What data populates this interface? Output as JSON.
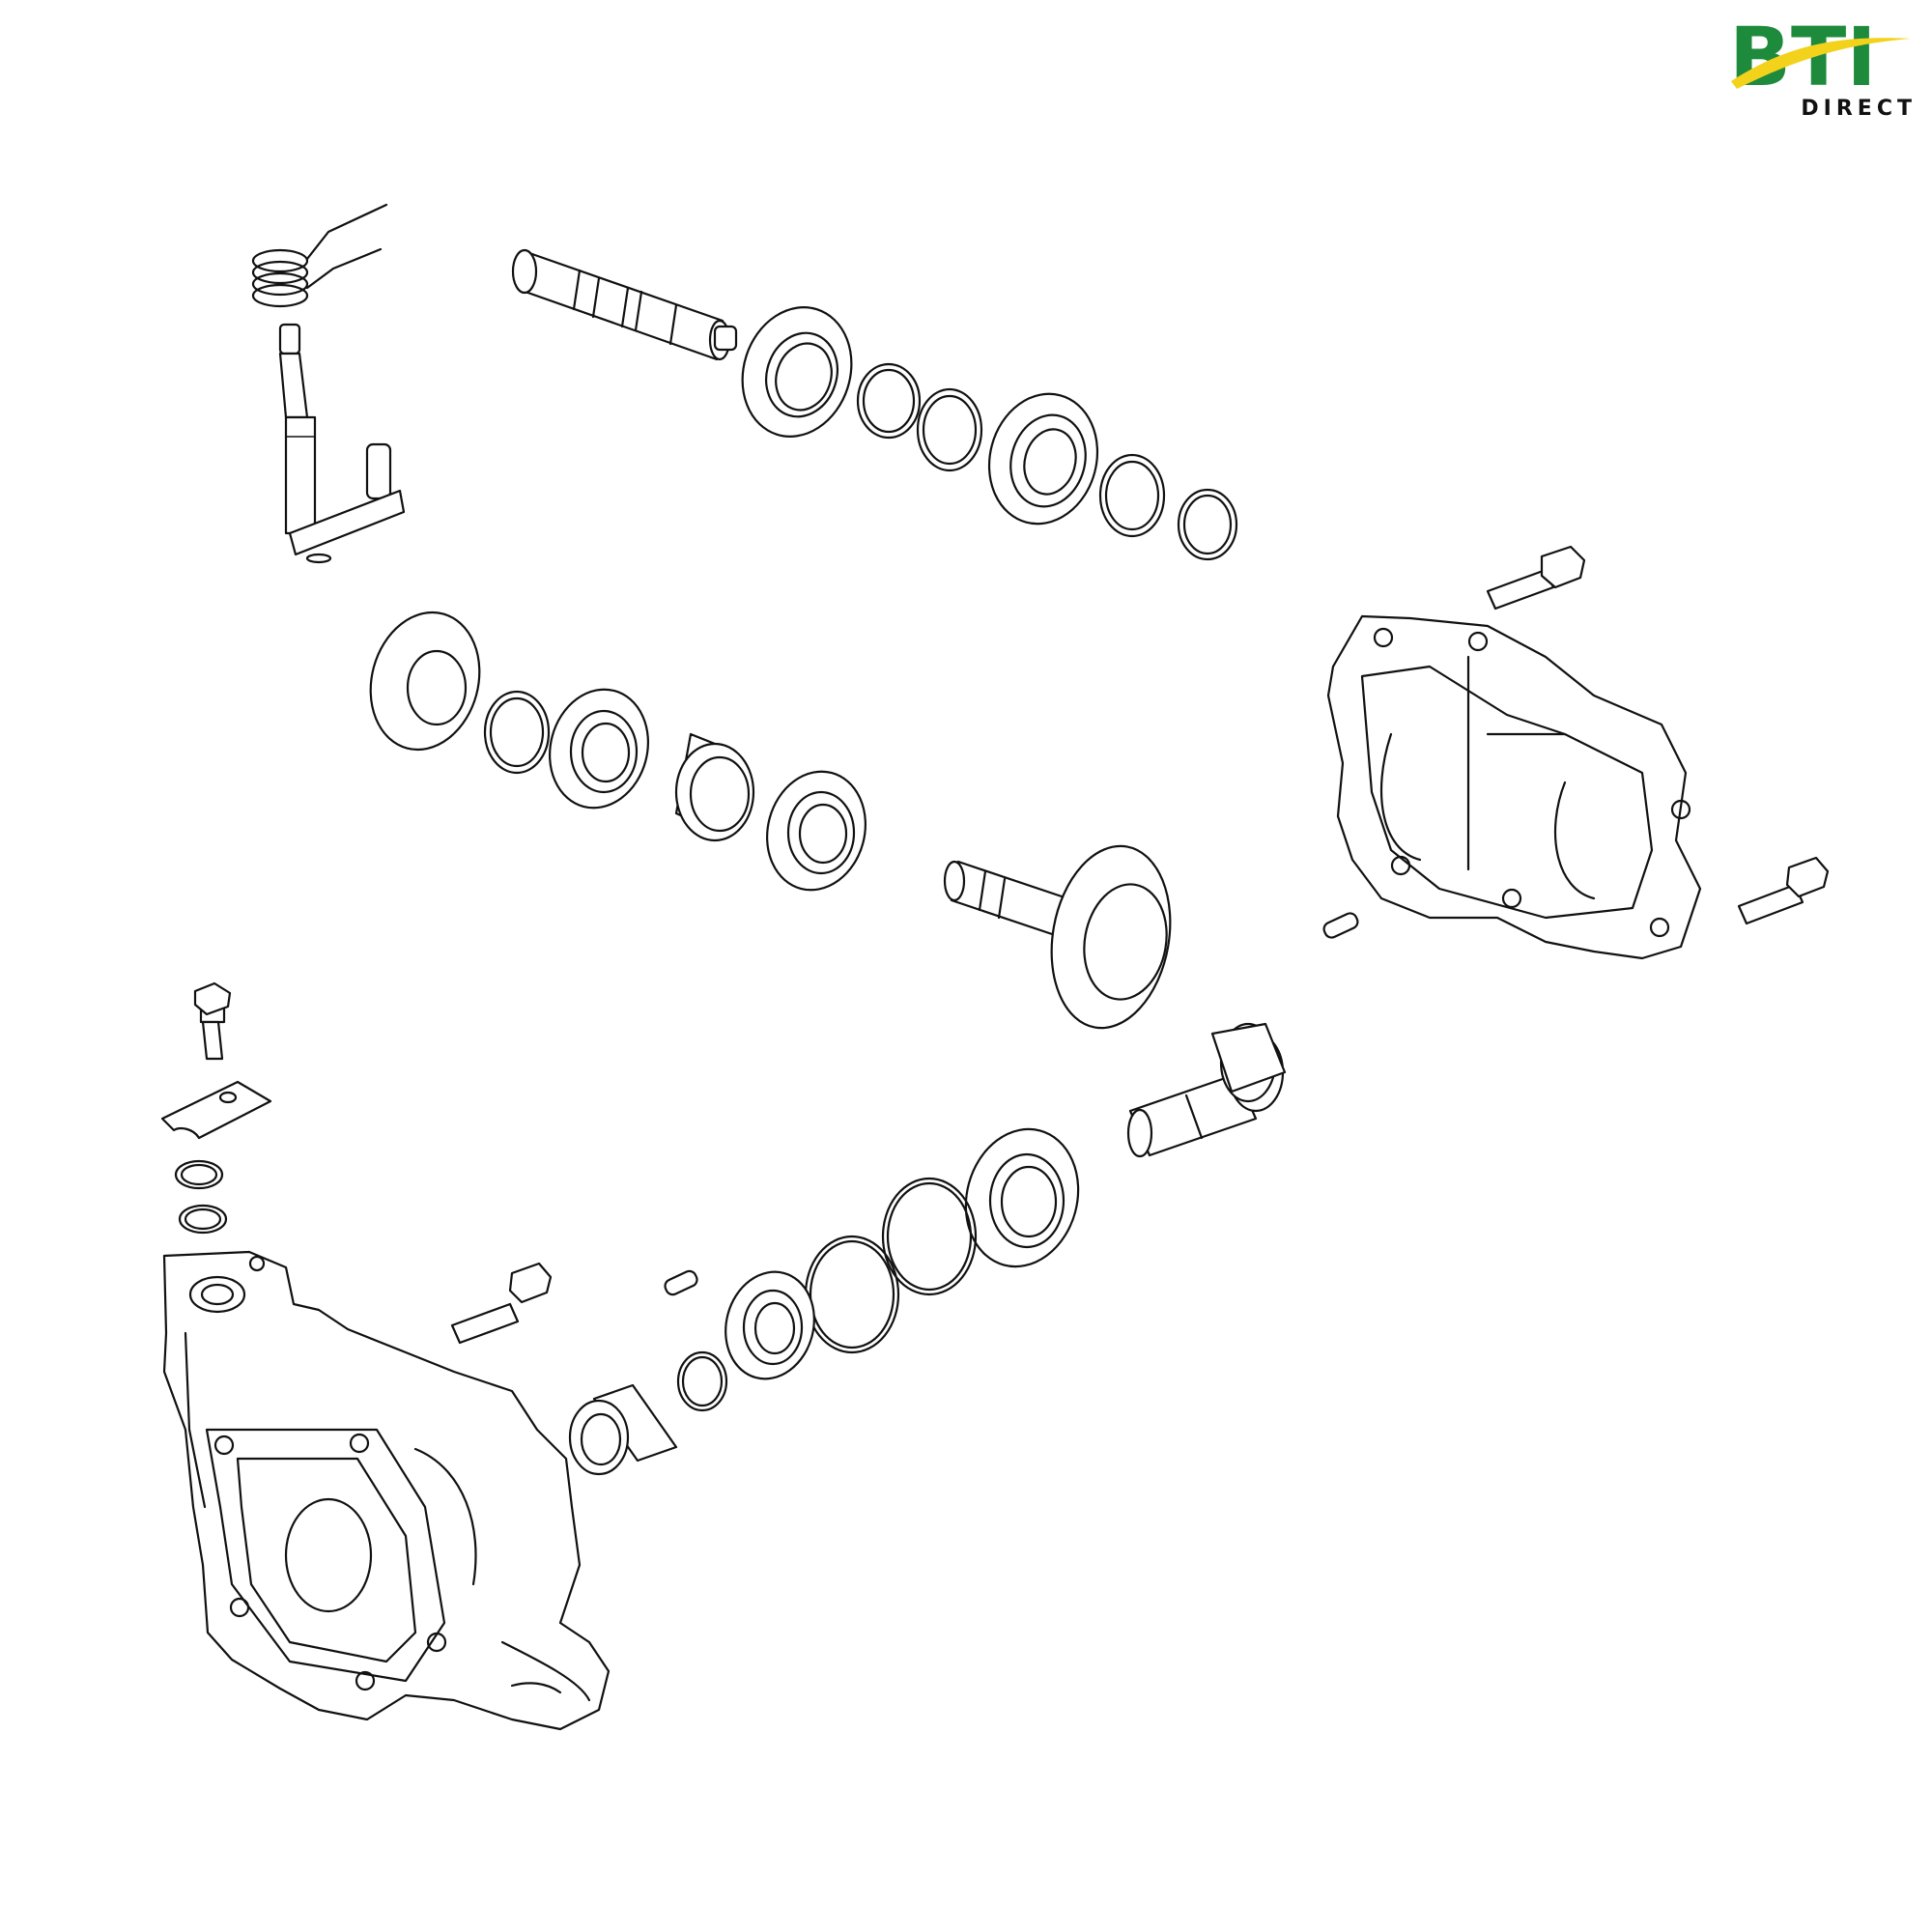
{
  "logo": {
    "word": "BTI",
    "sub": "DIRECT",
    "colors": {
      "green": "#1e8a3c",
      "yellow": "#f2d21b",
      "text": "#111111"
    }
  },
  "diagram": {
    "type": "exploded parts diagram",
    "line_color": "#111111",
    "background": "#ffffff"
  }
}
